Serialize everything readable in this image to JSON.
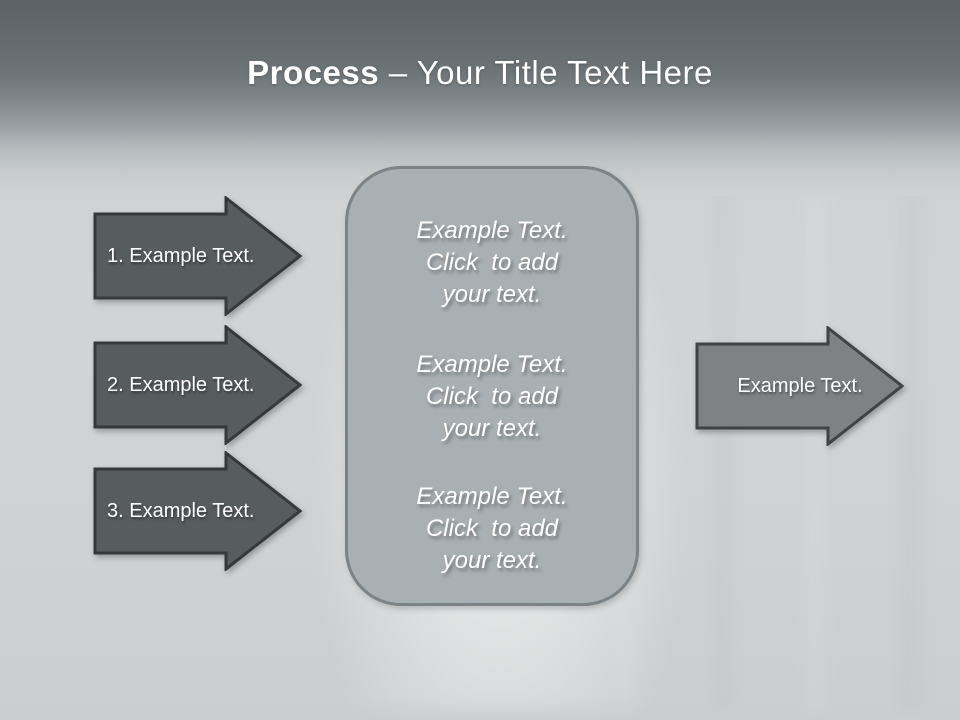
{
  "title": {
    "emphasis": "Process",
    "rest": " – Your Title Text Here"
  },
  "left_arrows": [
    {
      "label": "1. Example Text."
    },
    {
      "label": "2. Example Text."
    },
    {
      "label": "3. Example Text."
    }
  ],
  "right_arrow": {
    "label": "Example Text."
  },
  "center_box": {
    "blocks": [
      {
        "lines": [
          "Example Text.",
          "Click  to add",
          "your text."
        ]
      },
      {
        "lines": [
          "Example Text.",
          "Click  to add",
          "your text."
        ]
      },
      {
        "lines": [
          "Example Text.",
          "Click  to add",
          "your text."
        ]
      }
    ]
  },
  "colors": {
    "header_top": "#5b6265",
    "header_bottom": "#ced2d3",
    "background": "#d1d4d5",
    "dark_arrow_fill": "#575c5e",
    "dark_arrow_border": "#35393b",
    "light_arrow_fill": "#7e8284",
    "light_arrow_border": "#3f4345",
    "box_fill": "#a9b0b3",
    "box_border": "#7b8386",
    "text": "#ffffff"
  }
}
